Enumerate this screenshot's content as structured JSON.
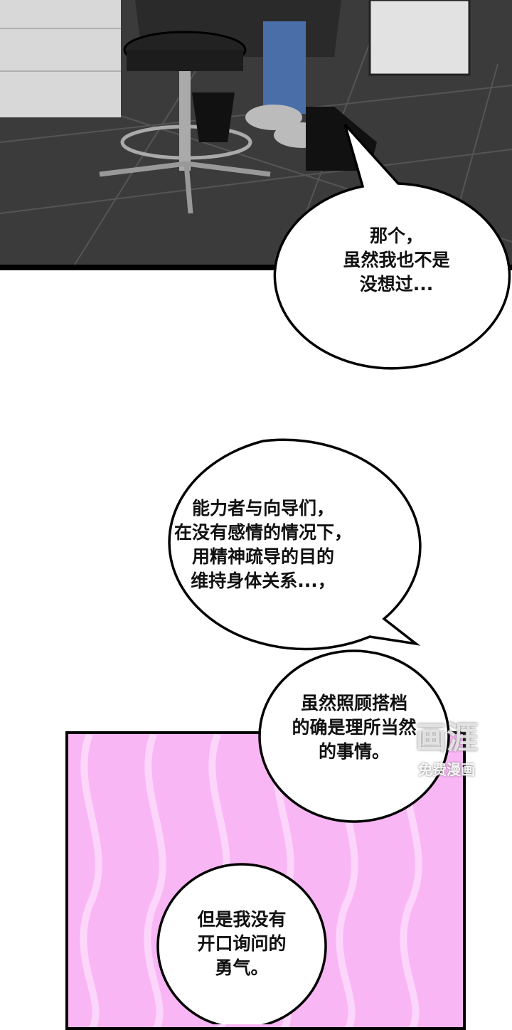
{
  "bubbles": [
    {
      "text": "那个，\n虽然我也不是\n没想过..."
    },
    {
      "text": "能力者与向导们，\n在没有感情的情况下，\n用精神疏导的目的\n维持身体关系...，"
    },
    {
      "text": "虽然照顾搭档\n的确是理所当然\n的事情。"
    },
    {
      "text": "但是我没有\n开口询问的\n勇气。"
    }
  ],
  "watermark": {
    "logo": "画涯",
    "subtitle": "免费漫画"
  },
  "colors": {
    "floor": "#3a3a3a",
    "panel_pink": "#f9b6f4",
    "stripe": "#fdd9fb"
  }
}
